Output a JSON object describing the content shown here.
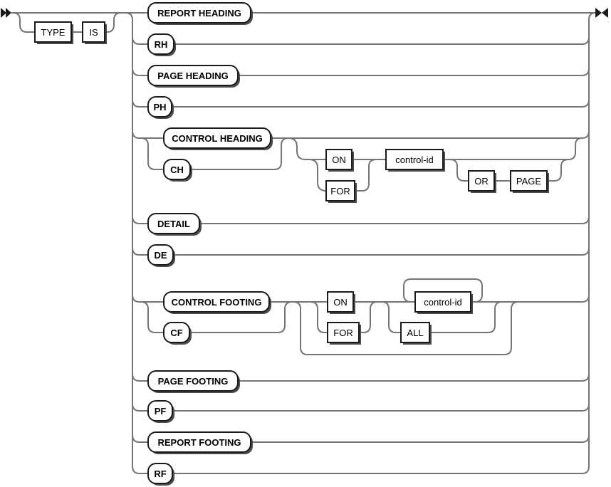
{
  "diagram_type": "railroad-syntax-diagram",
  "colors": {
    "background": "#ffffff",
    "rail": "#757575",
    "box_border": "#1a1a1a",
    "box_fill": "#ffffff",
    "box_shadow": "#4d4d4d",
    "text": "#000000"
  },
  "icons": {
    "start": "double-right-arrow",
    "end": "right-left-arrow-pair"
  },
  "nodes": {
    "type": {
      "label": "TYPE"
    },
    "is": {
      "label": "IS"
    },
    "report_heading": {
      "label": "REPORT HEADING"
    },
    "rh": {
      "label": "RH"
    },
    "page_heading": {
      "label": "PAGE HEADING"
    },
    "ph": {
      "label": "PH"
    },
    "control_heading": {
      "label": "CONTROL HEADING"
    },
    "ch": {
      "label": "CH"
    },
    "on_heading": {
      "label": "ON"
    },
    "for_heading": {
      "label": "FOR"
    },
    "control_id_heading": {
      "label": "control-id"
    },
    "or": {
      "label": "OR"
    },
    "page": {
      "label": "PAGE"
    },
    "detail": {
      "label": "DETAIL"
    },
    "de": {
      "label": "DE"
    },
    "control_footing": {
      "label": "CONTROL FOOTING"
    },
    "cf": {
      "label": "CF"
    },
    "on_footing": {
      "label": "ON"
    },
    "for_footing": {
      "label": "FOR"
    },
    "control_id_footing": {
      "label": "control-id"
    },
    "all": {
      "label": "ALL"
    },
    "page_footing": {
      "label": "PAGE FOOTING"
    },
    "pf": {
      "label": "PF"
    },
    "report_footing": {
      "label": "REPORT FOOTING"
    },
    "rf": {
      "label": "RF"
    }
  }
}
